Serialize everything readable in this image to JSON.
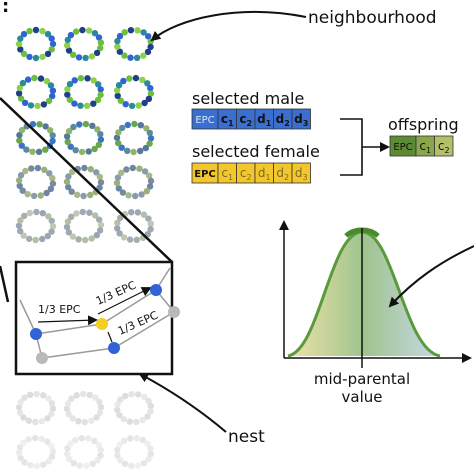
{
  "labels": {
    "neighbourhood": "neighbourhood",
    "selected_male": "selected male",
    "selected_female": "selected female",
    "offspring": "offspring",
    "nest": "nest",
    "mid_parental_line1": "mid-parental",
    "mid_parental_line2": "value",
    "epc_edge_1": "1/3 EPC",
    "epc_edge_2": "1/3 EPC",
    "epc_edge_3": "1/3 EPC"
  },
  "genome": {
    "male_cells": [
      {
        "t": "EPC",
        "s": ""
      },
      {
        "t": "c",
        "s": "1"
      },
      {
        "t": "c",
        "s": "2"
      },
      {
        "t": "d",
        "s": "1"
      },
      {
        "t": "d",
        "s": "2"
      },
      {
        "t": "d",
        "s": "3"
      }
    ],
    "female_cells": [
      {
        "t": "EPC",
        "s": ""
      },
      {
        "t": "c",
        "s": "1"
      },
      {
        "t": "c",
        "s": "2"
      },
      {
        "t": "d",
        "s": "1"
      },
      {
        "t": "d",
        "s": "2"
      },
      {
        "t": "d",
        "s": "3"
      }
    ],
    "offspring_cells": [
      {
        "t": "EPC",
        "s": ""
      },
      {
        "t": "c",
        "s": "1"
      },
      {
        "t": "c",
        "s": "2"
      }
    ]
  },
  "colors": {
    "male": "#3b6fcf",
    "female": "#f3c62c",
    "offspring_dark": "#5d8a34",
    "offspring_mid": "#8aa64a",
    "offspring_light": "#b4bf6a",
    "curve": "#5a9a3a",
    "node_blue": "#2f63d6",
    "node_yellow": "#f2cf21",
    "node_grey": "#b9b9b9"
  },
  "icons": {
    "corner_mark": "colon-mark"
  },
  "corner_mark": ":"
}
